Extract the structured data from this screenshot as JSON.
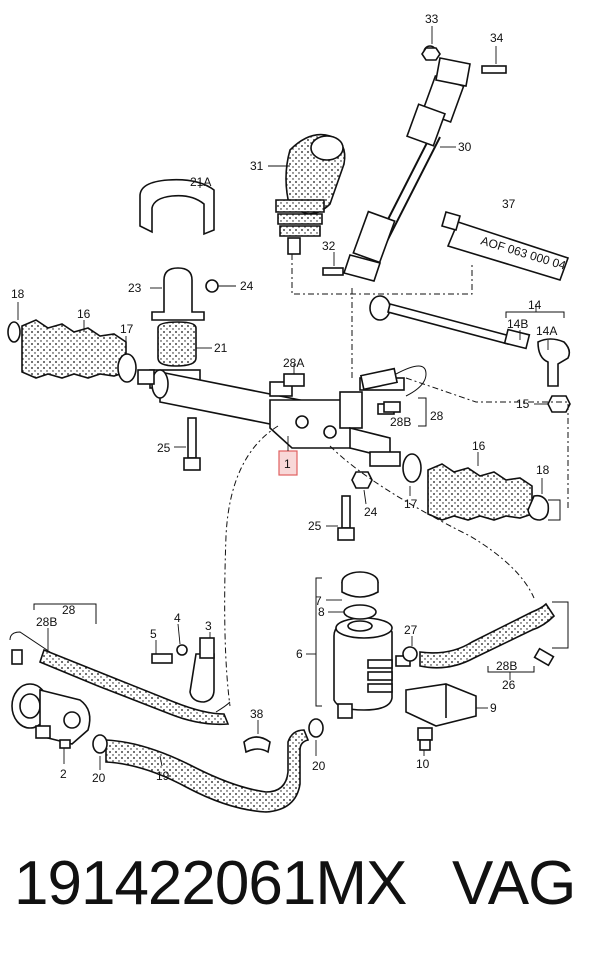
{
  "labels": {
    "l1": "1",
    "l2": "2",
    "l3": "3",
    "l4": "4",
    "l5": "5",
    "l6": "6",
    "l7": "7",
    "l8": "8",
    "l9": "9",
    "l10": "10",
    "l14": "14",
    "l14a": "14A",
    "l14b": "14B",
    "l15": "15",
    "l16a": "16",
    "l16b": "16",
    "l17a": "17",
    "l17b": "17",
    "l18a": "18",
    "l18b": "18",
    "l19": "19",
    "l20a": "20",
    "l20b": "20",
    "l21": "21",
    "l21a": "21A",
    "l23": "23",
    "l24a": "24",
    "l24b": "24",
    "l25a": "25",
    "l25b": "25",
    "l26": "26",
    "l27": "27",
    "l28a": "28",
    "l28b": "28",
    "l28ca": "28A",
    "l28ba": "28B",
    "l28bb": "28B",
    "l28bc": "28B",
    "l30": "30",
    "l31": "31",
    "l32": "32",
    "l33": "33",
    "l34": "34",
    "l37": "37",
    "l38": "38"
  },
  "tube_text": "AOF 063 000 04",
  "caption": {
    "part_number": "191422061MX",
    "brand": "VAG"
  },
  "colors": {
    "highlight": "#e06060",
    "highlight_fill": "#f8d8d8",
    "ink": "#111111"
  }
}
